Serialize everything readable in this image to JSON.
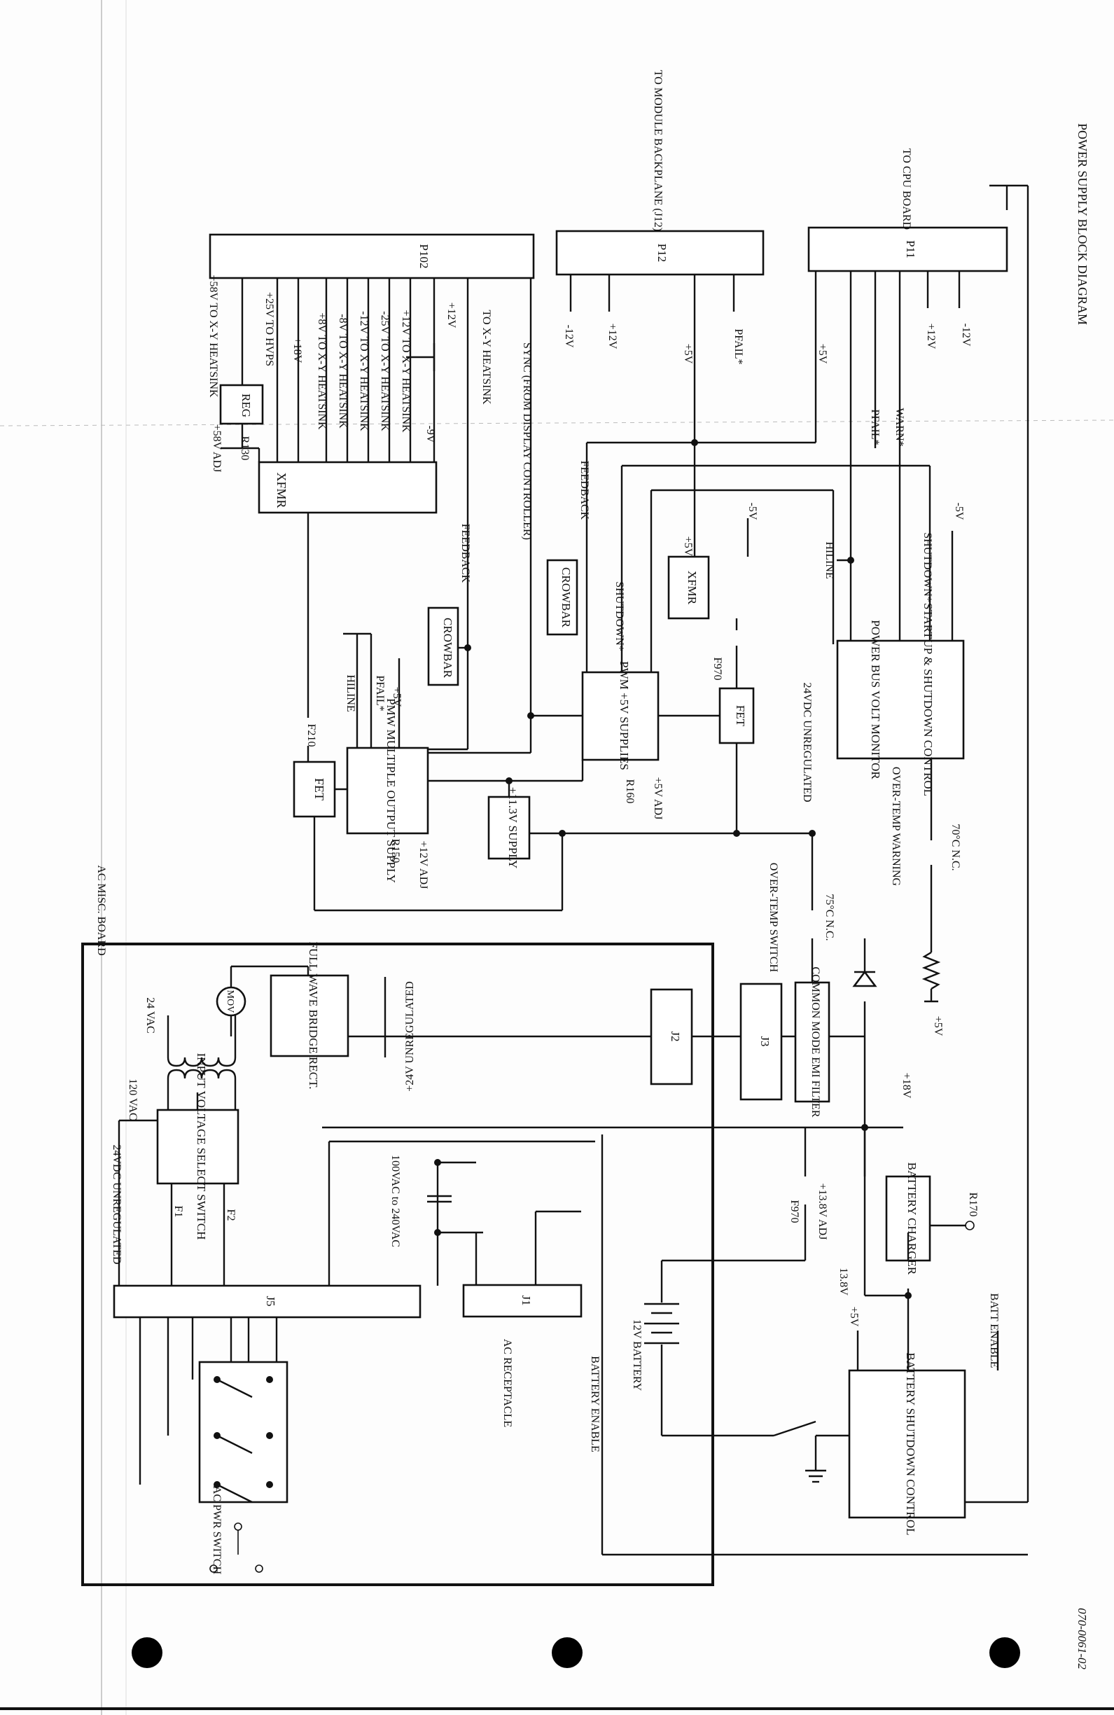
{
  "title": "POWER SUPPLY BLOCK DIAGRAM",
  "doc_number": "070-0061-02",
  "boxes": {
    "p102": "P102",
    "p12": "P12",
    "p11": "P11",
    "xfmr1": "XFMR",
    "reg": "REG",
    "crowbar1": "CROWBAR",
    "fet1": "FET",
    "pmw": "PMW MULTIPLE OUTPUT SUPPLY",
    "supply113": "+11.3V SUPPLY",
    "crowbar2": "CROWBAR",
    "pwm5": "PWM +5V SUPPLIES",
    "xfmr2": "XFMR",
    "fet2": "FET",
    "monitor": "POWER BUS VOLT MONITOR",
    "startup": "STARTUP & SHUTDOWN CONTROL",
    "input_switch": "INPUT VOLTAGE SELECT SWITCH",
    "bridge": "FULL WAVE BRIDGE RECT.",
    "mov": "MOV",
    "j2": "J2",
    "j3": "J3",
    "emi": "COMMON MODE EMI FILTER",
    "j5": "J5",
    "j1": "J1",
    "charger": "BATTERY CHARGER",
    "batt_ctrl": "BATTERY SHUTDOWN CONTROL"
  },
  "labels": {
    "to_module": "TO MODULE BACKPLANE (J12)",
    "to_cpu": "TO CPU BOARD",
    "p58_heatsink": "+58V TO X-Y HEATSINK",
    "p25_hvps": "+25V TO HVPS",
    "p18": "+18V",
    "p8_xy": "+8V TO X-Y HEATSINK",
    "m8_xy": "-8V TO X-Y HEATSINK",
    "m12_xy": "-12V TO X-Y HEATSINK",
    "m25_xy": "-25V TO X-Y HEATSINK",
    "p12_xy": "+12V TO X-Y HEATSINK",
    "p12v_a": "+12V",
    "to_xy": "TO X-Y HEATSINK",
    "m9v": "-9V",
    "p58_adj": "+58V ADJ",
    "r130": "R130",
    "sync": "SYNC (FROM DISPLAY CONTROLLER)",
    "feedback1": "FEEDBACK",
    "feedback2": "FEEDBACK",
    "f210": "F210",
    "hiline1": "HILINE",
    "pfail_a": "PFAIL*",
    "p5v_a": "+5V",
    "r150": "R150",
    "p12_adj": "+12V ADJ",
    "m12v_p12": "-12V",
    "p12v_p12": "+12V",
    "p5v_p12": "+5V",
    "pfail_p12": "PFAIL*",
    "shutdown1": "SHUTDOWN*",
    "p5v_b": "+5V",
    "m5v_b": "-5V",
    "f970a": "F970",
    "r160": "R160",
    "p5_adj": "+5V ADJ",
    "unreg24": "24VDC UNREGULATED",
    "p5v_p11": "+5V",
    "pfail_b": "PFAIL*",
    "warn": "WARN*",
    "p12v_p11": "+12V",
    "m12v_p11": "-12V",
    "hiline2": "HILINE",
    "shutdown2": "SHUTDOWN*",
    "m5v_c": "-5V",
    "overtemp_warn": "OVER-TEMP WARNING",
    "temp70": "70°C N.C.",
    "p5v_c": "+5V",
    "ac_misc": "AC MISC. BOARD",
    "overtemp_sw": "OVER-TEMP SWITCH",
    "temp75": "75°C N.C.",
    "vac24": "24 VAC",
    "vac120": "120 VAC",
    "unreg24b": "24VDC UNREGULATED",
    "p24_unreg": "+24V UNREGULATED",
    "f1": "F1",
    "f2": "F2",
    "vac_range": "100VAC to 240VAC",
    "f970b": "F970",
    "p138_adj": "+13.8V ADJ",
    "p18v_b": "+18V",
    "v138": "13.8V",
    "r170": "R170",
    "ac_rec": "AC RECEPTACLE",
    "batt_enable1": "BATTERY ENABLE",
    "batt12": "12V BATTERY",
    "p5v_d": "+5V",
    "batt_enable2": "BATT ENABLE",
    "ac_pwr": "AC PWR SWITCH"
  }
}
